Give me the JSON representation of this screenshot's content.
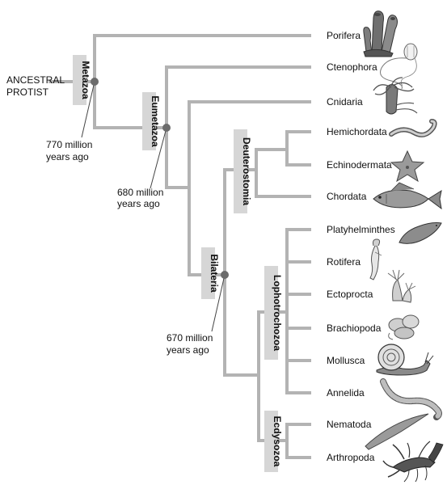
{
  "root_label": [
    "ANCESTRAL",
    "PROTIST"
  ],
  "taxa": [
    {
      "id": "porifera",
      "label": "Porifera",
      "icon": "sponge-icon"
    },
    {
      "id": "ctenophora",
      "label": "Ctenophora",
      "icon": "comb-jelly-icon"
    },
    {
      "id": "cnidaria",
      "label": "Cnidaria",
      "icon": "jellyfish-icon"
    },
    {
      "id": "hemichordata",
      "label": "Hemichordata",
      "icon": "acorn-worm-icon"
    },
    {
      "id": "echinodermata",
      "label": "Echinodermata",
      "icon": "sea-star-icon"
    },
    {
      "id": "chordata",
      "label": "Chordata",
      "icon": "fish-icon"
    },
    {
      "id": "platyhelminthes",
      "label": "Platyhelminthes",
      "icon": "flatworm-icon"
    },
    {
      "id": "rotifera",
      "label": "Rotifera",
      "icon": "rotifer-icon"
    },
    {
      "id": "ectoprocta",
      "label": "Ectoprocta",
      "icon": "bryozoan-icon"
    },
    {
      "id": "brachiopoda",
      "label": "Brachiopoda",
      "icon": "lamp-shell-icon"
    },
    {
      "id": "mollusca",
      "label": "Mollusca",
      "icon": "snail-icon"
    },
    {
      "id": "annelida",
      "label": "Annelida",
      "icon": "segmented-worm-icon"
    },
    {
      "id": "nematoda",
      "label": "Nematoda",
      "icon": "roundworm-icon"
    },
    {
      "id": "arthropoda",
      "label": "Arthropoda",
      "icon": "lobster-icon"
    }
  ],
  "clades": {
    "metazoa": "Metazoa",
    "eumetazoa": "Eumetazoa",
    "bilateria": "Bilateria",
    "deuterostomia": "Deuterostomia",
    "lophotrochozoa": "Lophotrochozoa",
    "ecdysozoa": "Ecdysozoa"
  },
  "divergence_times": {
    "metazoa": [
      "770 million",
      "years ago"
    ],
    "eumetazoa": [
      "680 million",
      "years ago"
    ],
    "bilateria": [
      "670 million",
      "years ago"
    ]
  },
  "colors": {
    "branch": "#b3b3b3",
    "node": "#6b6b6b",
    "clade_tag": "#d6d6d6"
  }
}
